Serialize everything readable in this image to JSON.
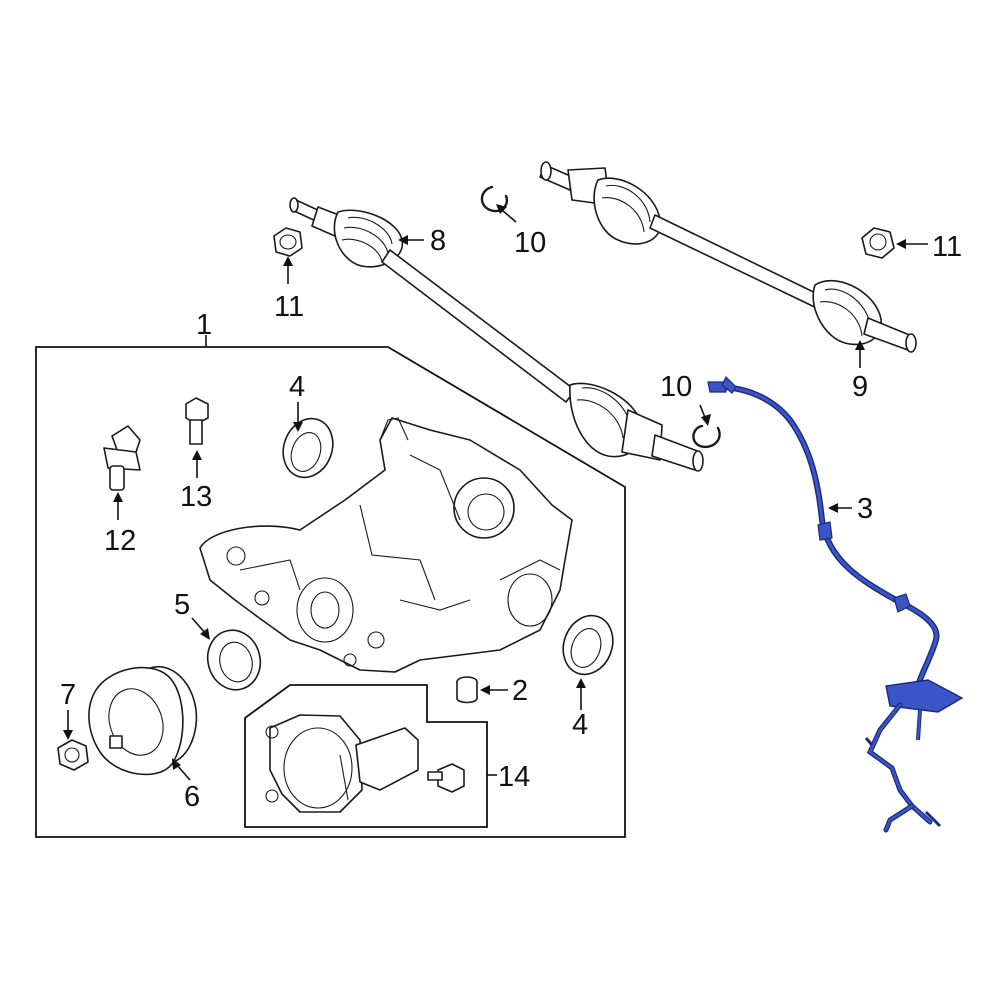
{
  "colors": {
    "highlight": "#3a55c8",
    "highlight_dark": "#1b2a7a",
    "line": "#1a1a1a",
    "background": "#ffffff"
  },
  "callouts": {
    "c1": "1",
    "c2": "2",
    "c3": "3",
    "c4_top": "4",
    "c4_bottom": "4",
    "c5": "5",
    "c6": "6",
    "c7": "7",
    "c8": "8",
    "c9": "9",
    "c10_top": "10",
    "c10_mid": "10",
    "c11_left": "11",
    "c11_right": "11",
    "c12": "12",
    "c13": "13",
    "c14": "14"
  }
}
